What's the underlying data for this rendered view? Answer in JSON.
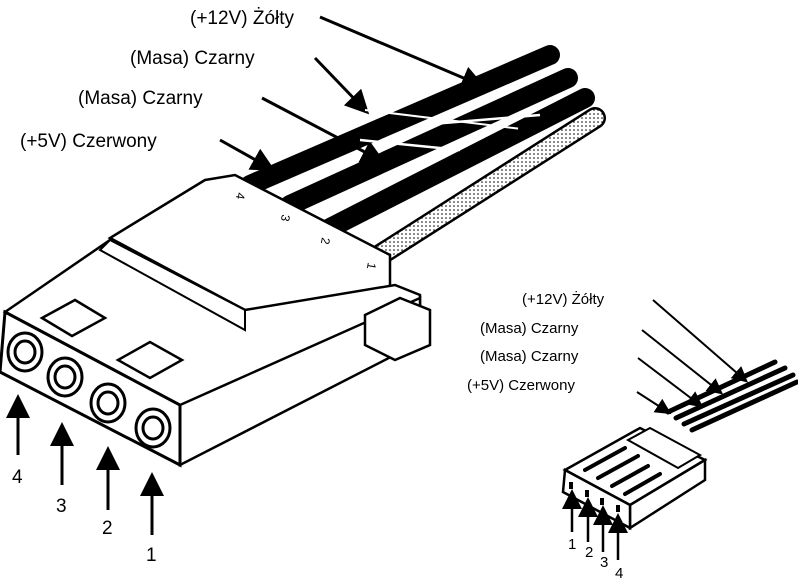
{
  "molex": {
    "labels": [
      "(+12V) Żółty",
      "(Masa) Czarny",
      "(Masa) Czarny",
      "(+5V) Czerwony"
    ],
    "pin_numbers": [
      "4",
      "3",
      "2",
      "1"
    ],
    "body_pin_marks": [
      "4",
      "3",
      "2",
      "1"
    ]
  },
  "floppy": {
    "labels": [
      "(+12V) Żółty",
      "(Masa) Czarny",
      "(Masa) Czarny",
      "(+5V) Czerwony"
    ],
    "pin_numbers": [
      "1",
      "2",
      "3",
      "4"
    ]
  }
}
